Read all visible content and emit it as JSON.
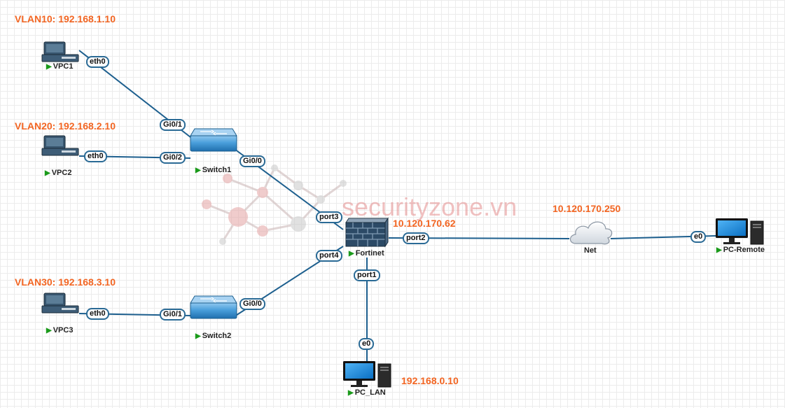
{
  "watermark": {
    "text": "securityzone.vn"
  },
  "nodes": {
    "vpc1": {
      "label": "VPC1"
    },
    "vpc2": {
      "label": "VPC2"
    },
    "vpc3": {
      "label": "VPC3"
    },
    "switch1": {
      "label": "Switch1"
    },
    "switch2": {
      "label": "Switch2"
    },
    "fortinet": {
      "label": "Fortinet"
    },
    "net": {
      "label": "Net"
    },
    "pc_remote": {
      "label": "PC-Remote"
    },
    "pc_lan": {
      "label": "PC_LAN"
    }
  },
  "addresses": {
    "vlan10": "VLAN10: 192.168.1.10",
    "vlan20": "VLAN20: 192.168.2.10",
    "vlan30": "VLAN30: 192.168.3.10",
    "fortinet_wan": "10.120.170.62",
    "net_gw": "10.120.170.250",
    "pc_lan": "192.168.0.10"
  },
  "ports": {
    "vpc1_eth0": "eth0",
    "sw1_gi01": "Gi0/1",
    "vpc2_eth0": "eth0",
    "sw1_gi02": "Gi0/2",
    "sw1_gi00": "Gi0/0",
    "fw_port3": "port3",
    "fw_port4": "port4",
    "sw2_gi00": "Gi0/0",
    "vpc3_eth0": "eth0",
    "sw2_gi01": "Gi0/1",
    "fw_port2": "port2",
    "remote_e0": "e0",
    "fw_port1": "port1",
    "lan_e0": "e0"
  },
  "colors": {
    "link": "#1d5f8e",
    "address_text": "#f26522",
    "port_border": "#2a6a95",
    "running_indicator": "#1a9a1a",
    "switch_blue": "#2f86c6",
    "watermark": "#e08080"
  }
}
